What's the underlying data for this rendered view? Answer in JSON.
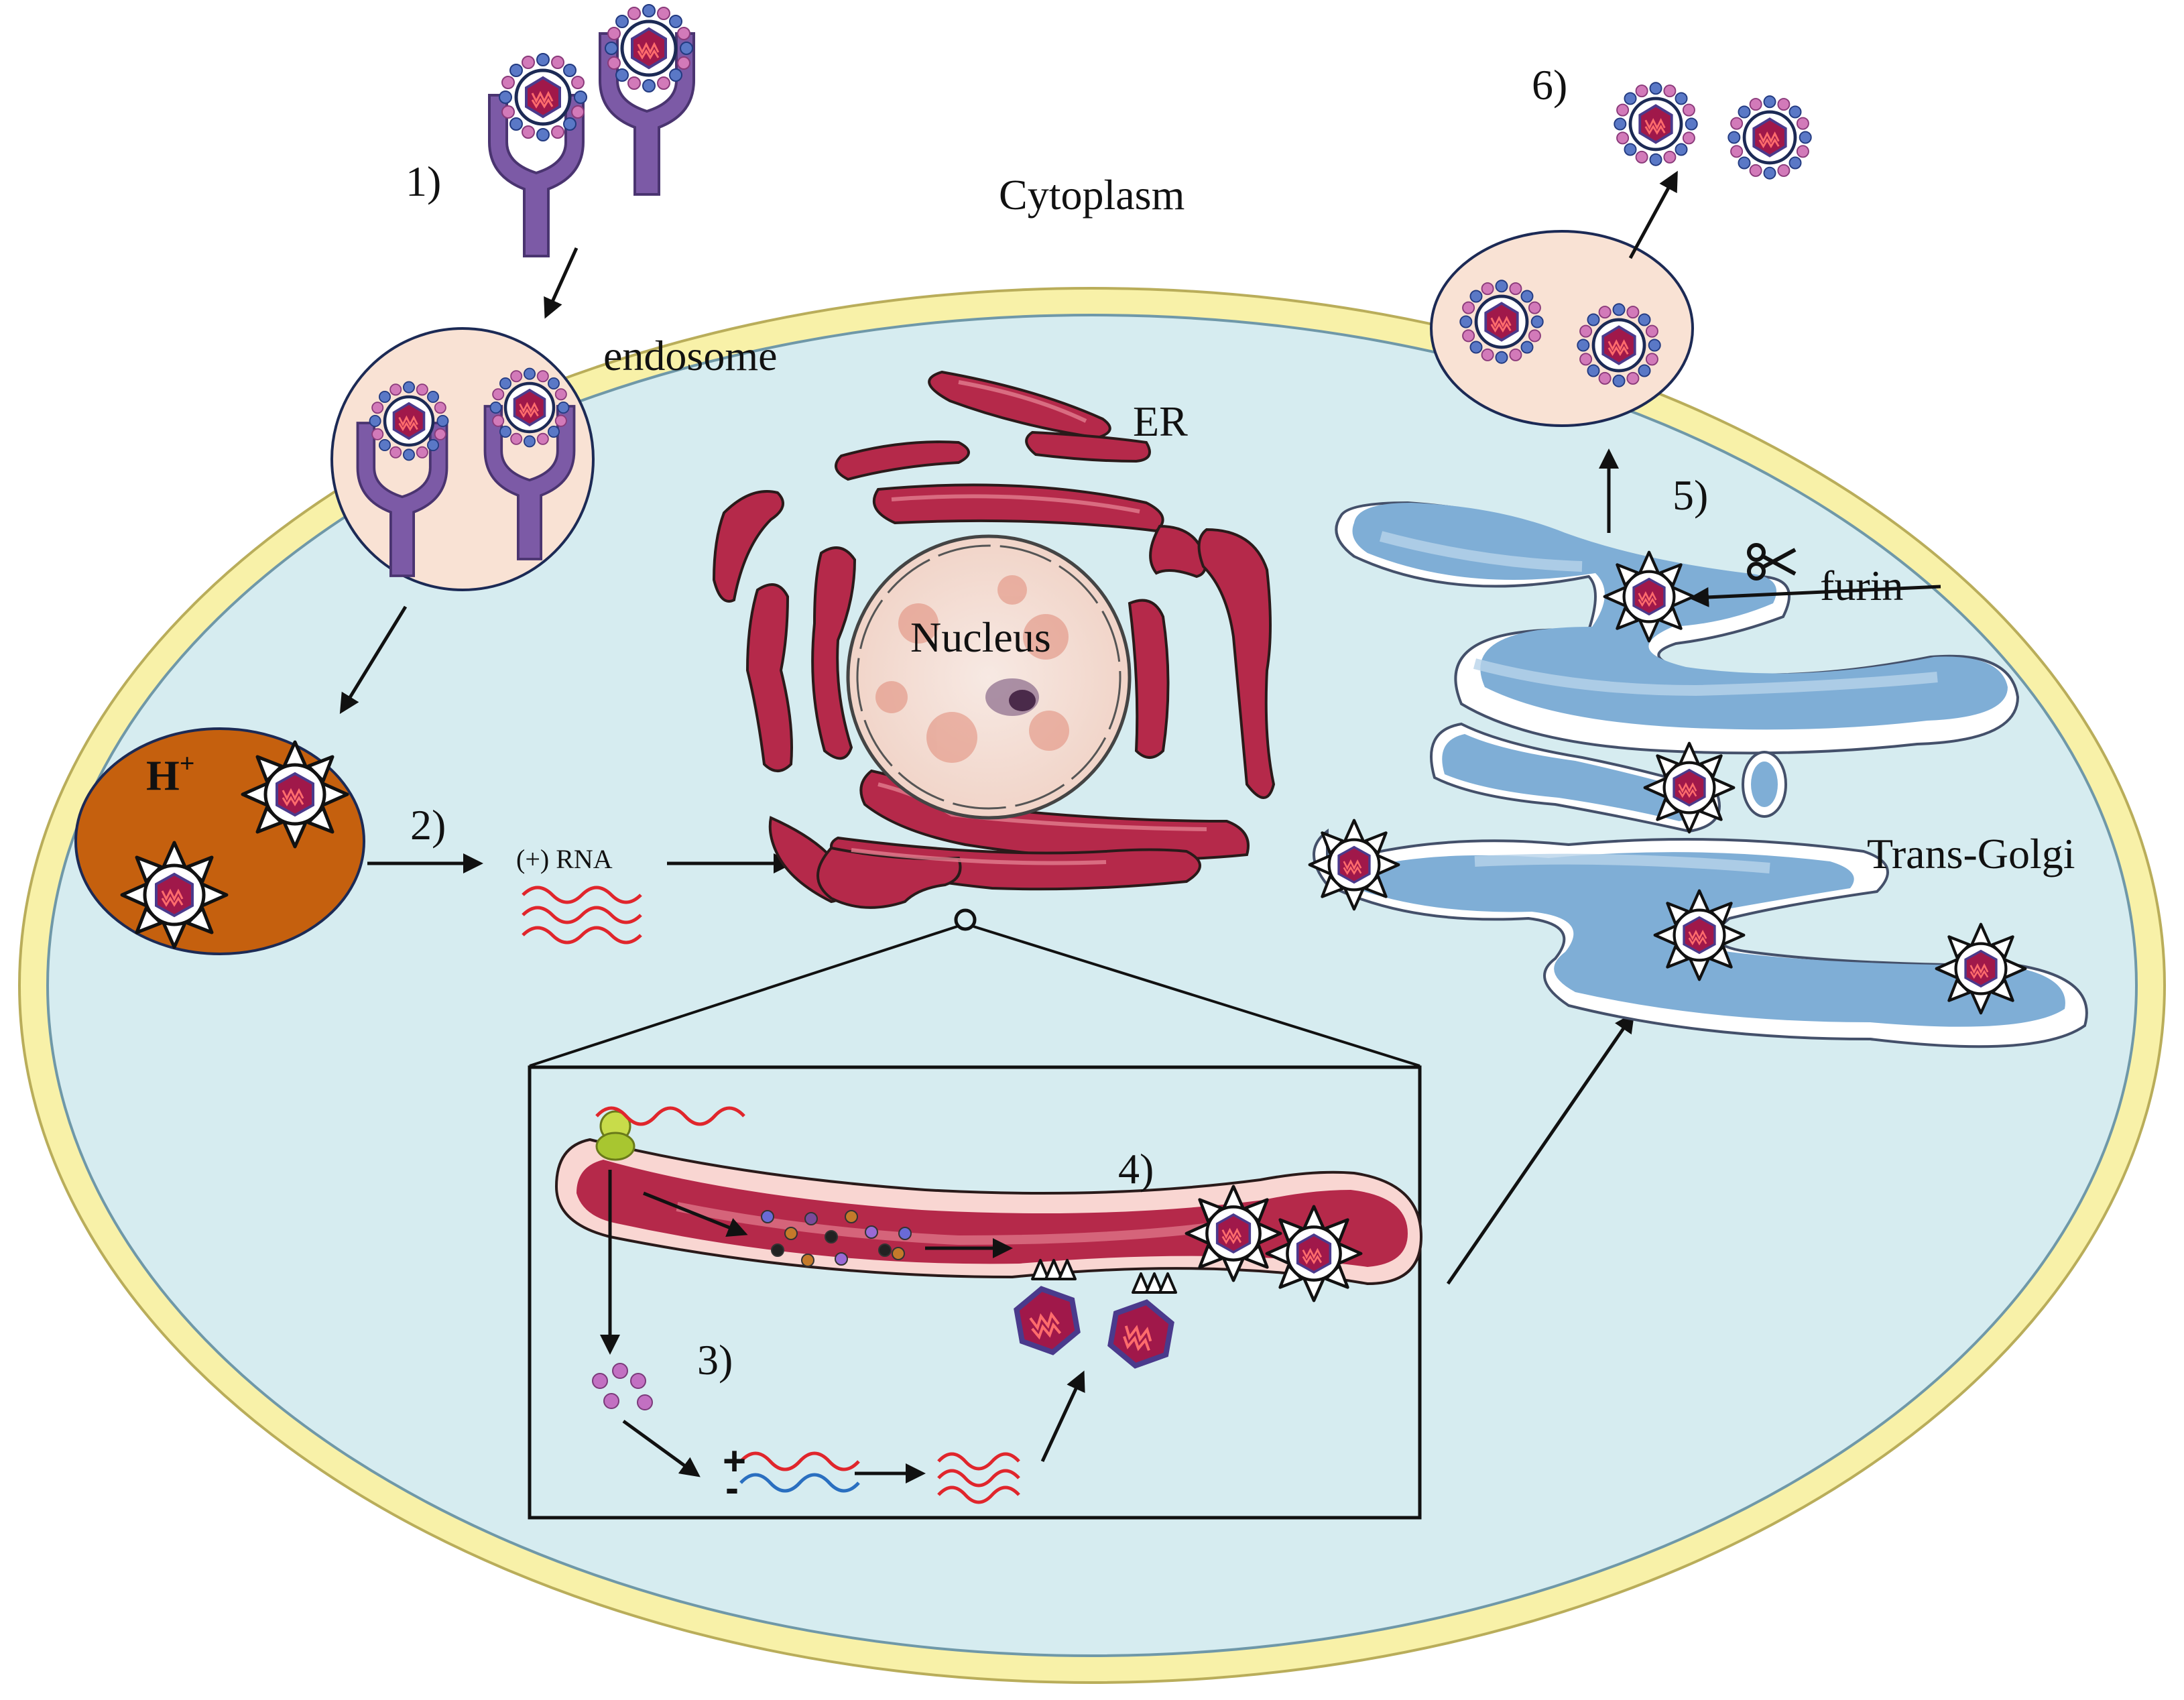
{
  "labels": {
    "cytoplasm": "Cytoplasm",
    "endosome": "endosome",
    "er": "ER",
    "nucleus": "Nucleus",
    "trans_golgi": "Trans-Golgi",
    "furin": "furin",
    "rna": "(+) RNA",
    "h_plus": "H",
    "h_plus_sup": "+",
    "plus_sign": "+",
    "minus_sign": "-"
  },
  "steps": [
    "1)",
    "2)",
    "3)",
    "4)",
    "5)",
    "6)"
  ],
  "icons": {
    "receptor": "y-shaped-receptor-icon",
    "virion": "spiked-virion-icon",
    "capsid": "hexagonal-capsid-icon",
    "scissors": "scissors-icon",
    "ribosome": "ribosome-icon",
    "rna_strand": "wavy-rna-icon"
  },
  "colors": {
    "cytoplasm_fill": "#d6ecf0",
    "membrane": "#f8f1a8",
    "endosome_fill": "#f9e2d4",
    "acidic_endosome": "#c5600e",
    "er_fill": "#b5294a",
    "er_light": "#e27d8e",
    "nucleus_fill": "#f4e2da",
    "golgi_fill": "#7faed6",
    "golgi_light": "#b8d3ea",
    "receptor": "#7c5aa6",
    "capsid": "#a0184a",
    "rna_positive": "#e0262c",
    "rna_negative": "#2a6fc0",
    "spike_blue": "#3b6fb0",
    "spike_pink": "#d46fb2"
  }
}
